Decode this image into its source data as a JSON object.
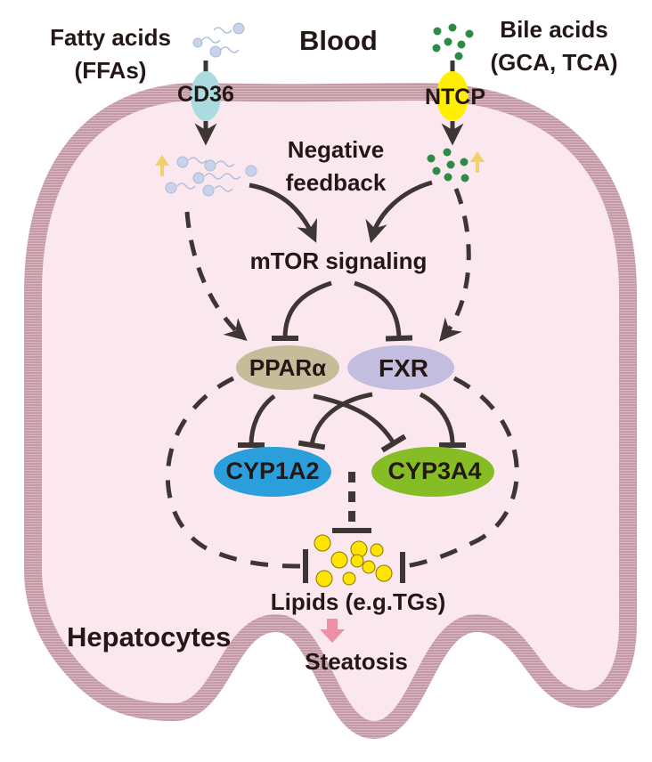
{
  "regions": {
    "outside": "Blood",
    "inside": "Hepatocytes"
  },
  "inputs": {
    "fatty_acids": {
      "line1": "Fatty acids",
      "line2": "(FFAs)",
      "transporter": "CD36"
    },
    "bile_acids": {
      "line1": "Bile acids",
      "line2": "(GCA, TCA)",
      "transporter": "NTCP"
    }
  },
  "labels": {
    "feedback_line1": "Negative",
    "feedback_line2": "feedback",
    "mtor": "mTOR signaling",
    "ppar": "PPARα",
    "fxr": "FXR",
    "cyp1a2": "CYP1A2",
    "cyp3a4": "CYP3A4",
    "lipids": "Lipids (e.g.TGs)",
    "steatosis": "Steatosis"
  },
  "colors": {
    "membrane": "#c49aa6",
    "cytoplasm": "#fbe8ee",
    "arrow": "#3e3535",
    "cd36": "#a9dbe0",
    "ntcp": "#fff000",
    "ppar": "#c7bc99",
    "fxr": "#c3bde0",
    "cyp1a2": "#2a9fdc",
    "cyp3a4": "#86bc25",
    "up_arrow": "#f2d16b",
    "lipid": "#ffe400",
    "steatosis_arrow": "#ee8fa8",
    "ffa": "#c8d3ea",
    "bile": "#2e8b46"
  }
}
